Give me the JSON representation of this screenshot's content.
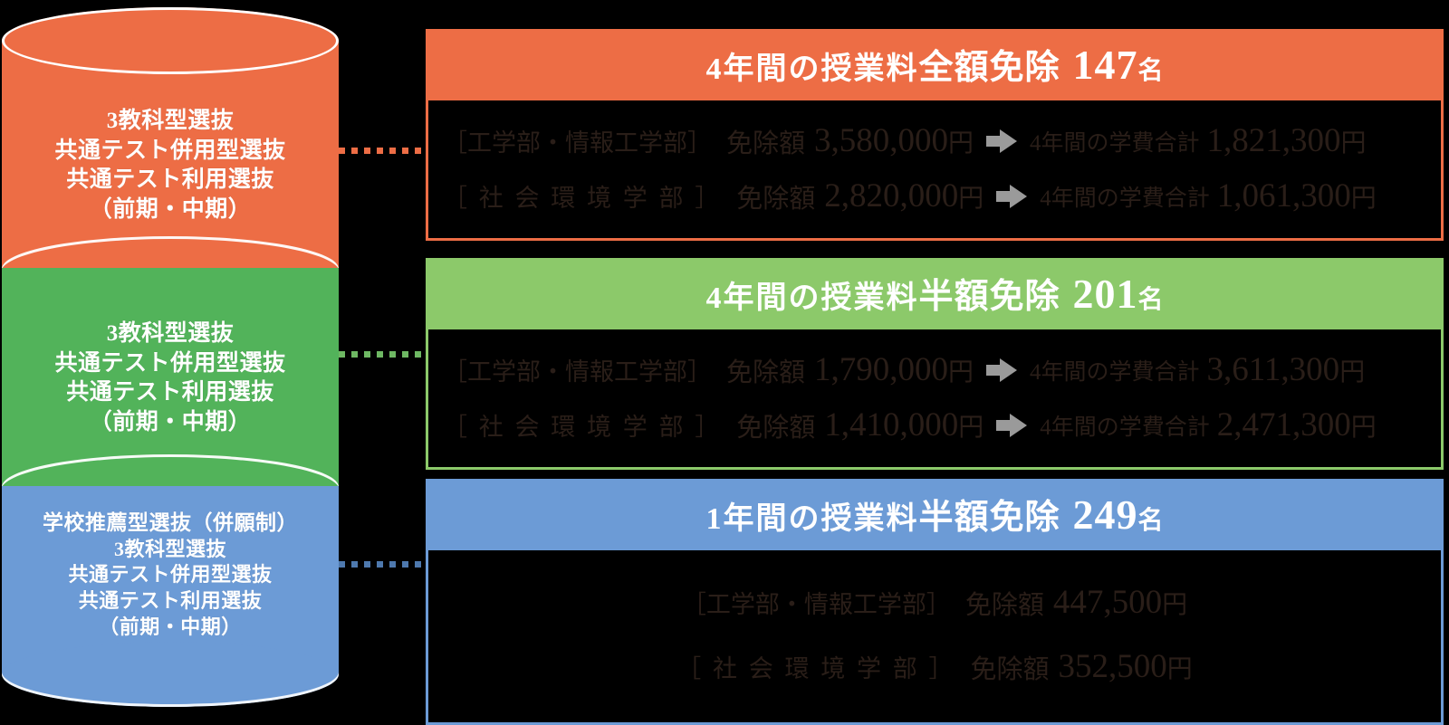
{
  "cylinder": {
    "segments": [
      {
        "id": "orange",
        "color": "#ED6D45",
        "lines": [
          "3教科型選抜",
          "共通テスト併用型選抜",
          "共通テスト利用選抜",
          "（前期・中期）"
        ]
      },
      {
        "id": "green",
        "color": "#52B35A",
        "lines": [
          "3教科型選抜",
          "共通テスト併用型選抜",
          "共通テスト利用選抜",
          "（前期・中期）"
        ]
      },
      {
        "id": "blue",
        "color": "#6C9BD6",
        "lines": [
          "学校推薦型選抜（併願制）",
          "3教科型選抜",
          "共通テスト併用型選抜",
          "共通テスト利用選抜",
          "（前期・中期）"
        ]
      }
    ]
  },
  "connectors": [
    {
      "id": "connector-1",
      "color": "#ED6D45"
    },
    {
      "id": "connector-2",
      "color": "#6EB863"
    },
    {
      "id": "connector-3",
      "color": "#4E79AE"
    }
  ],
  "panels": [
    {
      "id": "panel-1",
      "accent": "#ED6D45",
      "head": {
        "prefix": "4年間の授業料",
        "strong": "全額免除",
        "number": "147",
        "unit": "名"
      },
      "rows": [
        {
          "dept": "［工学部・情報工学部］",
          "label": "免除額",
          "amount": "3,580,000",
          "yen": "円",
          "arrow": "arrow-right-icon",
          "label2": "4年間の学費合計",
          "amount2": "1,821,300",
          "yen2": "円"
        },
        {
          "dept": "［ 社 会 環 境 学 部 ］",
          "label": "免除額",
          "amount": "2,820,000",
          "yen": "円",
          "arrow": "arrow-right-icon",
          "label2": "4年間の学費合計",
          "amount2": "1,061,300",
          "yen2": "円"
        }
      ]
    },
    {
      "id": "panel-2",
      "accent": "#8CC96A",
      "head": {
        "prefix": "4年間の授業料",
        "strong": "半額免除",
        "number": "201",
        "unit": "名"
      },
      "rows": [
        {
          "dept": "［工学部・情報工学部］",
          "label": "免除額",
          "amount": "1,790,000",
          "yen": "円",
          "arrow": "arrow-right-icon",
          "label2": "4年間の学費合計",
          "amount2": "3,611,300",
          "yen2": "円"
        },
        {
          "dept": "［ 社 会 環 境 学 部 ］",
          "label": "免除額",
          "amount": "1,410,000",
          "yen": "円",
          "arrow": "arrow-right-icon",
          "label2": "4年間の学費合計",
          "amount2": "2,471,300",
          "yen2": "円"
        }
      ]
    },
    {
      "id": "panel-3",
      "accent": "#6C9BD6",
      "head": {
        "prefix": "1年間の授業料",
        "strong": "半額免除",
        "number": "249",
        "unit": "名"
      },
      "rows": [
        {
          "dept": "［工学部・情報工学部］",
          "label": "免除額",
          "amount": "447,500",
          "yen": "円"
        },
        {
          "dept": "［ 社 会 環 境 学 部 ］",
          "label": "免除額",
          "amount": "352,500",
          "yen": "円"
        }
      ]
    }
  ]
}
